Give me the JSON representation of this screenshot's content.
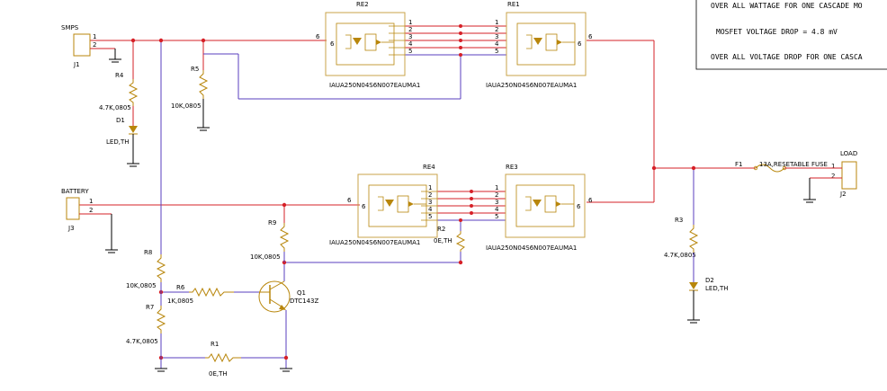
{
  "colors": {
    "net_power": "#d62027",
    "net_ctrl": "#5a3fbf",
    "component": "#b8860b",
    "junction": "#d62027",
    "relay_box": "#c9a34a"
  },
  "notes": {
    "line1": "OVER ALL WATTAGE FOR ONE CASCADE MO",
    "line2": "MOSFET VOLTAGE DROP =   4.8 mV",
    "line3": "OVER ALL VOLTAGE DROP FOR ONE CASCA"
  },
  "connectors": {
    "smps": {
      "name": "SMPS",
      "ref": "J1",
      "pin1": "1",
      "pin2": "2"
    },
    "battery": {
      "name": "BATTERY",
      "ref": "J3",
      "pin1": "1",
      "pin2": "2"
    },
    "load": {
      "name": "LOAD",
      "ref": "J2",
      "pin1": "1",
      "pin2": "2"
    }
  },
  "relays": {
    "re2": {
      "ref": "RE2",
      "part": "IAUA250N04S6N007EAUMA1",
      "pin_out": "6",
      "pin_in": "6"
    },
    "re1": {
      "ref": "RE1",
      "part": "IAUA250N04S6N007EAUMA1",
      "pin_out": "6",
      "pin_in": "6"
    },
    "re4": {
      "ref": "RE4",
      "part": "IAUA250N04S6N007EAUMA1",
      "pin_out": "6",
      "pin_in": "6"
    },
    "re3": {
      "ref": "RE3",
      "part": "IAUA250N04S6N007EAUMA1",
      "pin_out": "6",
      "pin_in": "6"
    },
    "bus_pins": [
      "1",
      "2",
      "3",
      "4",
      "5"
    ]
  },
  "resistors": {
    "r4": {
      "ref": "R4",
      "value": "4.7K,0805"
    },
    "r5": {
      "ref": "R5",
      "value": "10K,0805"
    },
    "r9": {
      "ref": "R9",
      "value": "10K,0805"
    },
    "r2": {
      "ref": "R2",
      "value": "0E,TH"
    },
    "r8": {
      "ref": "R8",
      "value": "10K,0805"
    },
    "r6": {
      "ref": "R6",
      "value": "1K,0805"
    },
    "r7": {
      "ref": "R7",
      "value": "4.7K,0805"
    },
    "r1": {
      "ref": "R1",
      "value": "0E,TH"
    },
    "r3": {
      "ref": "R3",
      "value": "4.7K,0805"
    }
  },
  "leds": {
    "d1": {
      "ref": "D1",
      "value": "LED,TH"
    },
    "d2": {
      "ref": "D2",
      "value": "LED,TH"
    }
  },
  "transistor": {
    "ref": "Q1",
    "part": "DTC143Z"
  },
  "fuse": {
    "ref": "F1",
    "value": "13A,RESETABLE FUSE"
  }
}
